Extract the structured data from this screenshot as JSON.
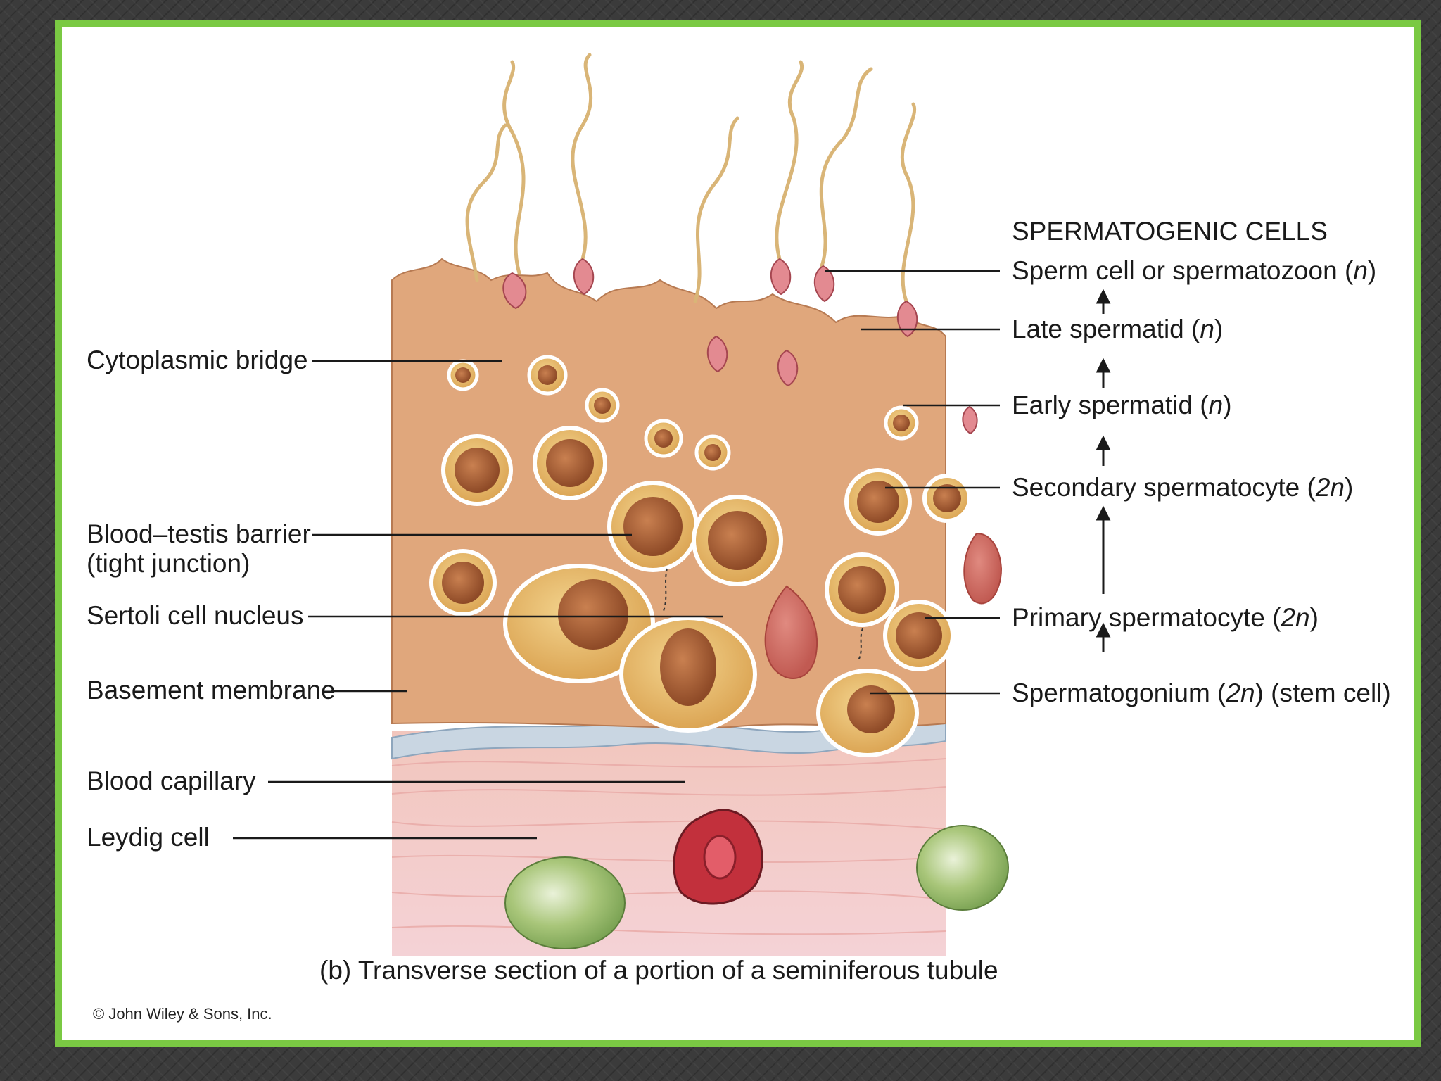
{
  "heading": "SPERMATOGENIC CELLS",
  "left_labels": {
    "cytoplasmic_bridge": "Cytoplasmic bridge",
    "blood_testis_line1": "Blood–testis barrier",
    "blood_testis_line2": "(tight junction)",
    "sertoli": "Sertoli cell nucleus",
    "basement": "Basement membrane",
    "capillary": "Blood capillary",
    "leydig": "Leydig cell"
  },
  "right_labels": {
    "sperm_a": "Sperm cell or spermatozoon (",
    "sperm_n": "n",
    "sperm_b": ")",
    "late_a": "Late spermatid (",
    "late_n": "n",
    "late_b": ")",
    "early_a": "Early spermatid (",
    "early_n": "n",
    "early_b": ")",
    "secondary_a": "Secondary spermatocyte (",
    "secondary_n": "2n",
    "secondary_b": ")",
    "primary_a": "Primary spermatocyte (",
    "primary_n": "2n",
    "primary_b": ")",
    "spermatogonium_a": "Spermatogonium (",
    "spermatogonium_n": "2n",
    "spermatogonium_b": ") (stem cell)"
  },
  "caption": "(b) Transverse section of a portion of a seminiferous tubule",
  "copyright": "© John Wiley & Sons, Inc.",
  "colors": {
    "frame": "#7ac943",
    "tissue": "#e0a77c",
    "cell_yellow": "#e8c073",
    "nucleus": "#b5683c",
    "connective": "#f3c9c4",
    "capillary": "#c2303c",
    "leydig": "#9cbf6d"
  }
}
